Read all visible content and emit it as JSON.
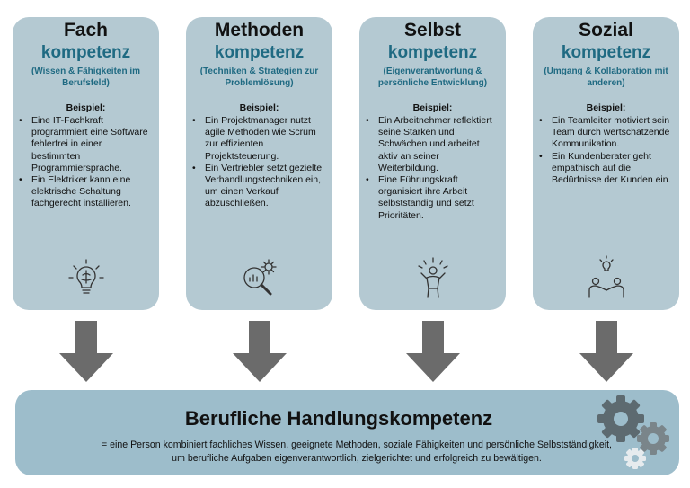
{
  "cards": [
    {
      "title1": "Fach",
      "title2": "kompetenz",
      "subtitle": "(Wissen & Fähigkeiten im Berufsfeld)",
      "example_label": "Beispiel:",
      "bullets": [
        "Eine IT-Fachkraft programmiert eine Software fehlerfrei in einer bestimmten Programmiersprache.",
        "Ein Elektriker kann eine elektrische Schaltung fachgerecht installieren."
      ],
      "icon": "brain-lightbulb-icon"
    },
    {
      "title1": "Methoden",
      "title2": "kompetenz",
      "subtitle": "(Techniken & Strategien zur Problemlösung)",
      "example_label": "Beispiel:",
      "bullets": [
        "Ein Projektmanager nutzt agile Methoden wie Scrum zur effizienten Projektsteuerung.",
        "Ein Vertriebler setzt gezielte Verhandlungstechniken ein, um einen Verkauf abzuschließen."
      ],
      "icon": "magnifier-gear-icon"
    },
    {
      "title1": "Selbst",
      "title2": "kompetenz",
      "subtitle": "(Eigenverantwortung & persönliche Entwicklung)",
      "example_label": "Beispiel:",
      "bullets": [
        "Ein Arbeitnehmer reflektiert seine Stärken und Schwächen und arbeitet aktiv an seiner Weiterbildung.",
        "Eine Führungskraft organisiert ihre Arbeit selbstständig und setzt Prioritäten."
      ],
      "icon": "person-idea-icon"
    },
    {
      "title1": "Sozial",
      "title2": "kompetenz",
      "subtitle": "(Umgang &  Kollaboration mit anderen)",
      "example_label": "Beispiel:",
      "bullets": [
        "Ein Teamleiter motiviert sein Team durch wertschätzende Kommunikation.",
        "Ein Kundenberater geht empathisch auf die Bedürfnisse der Kunden ein."
      ],
      "icon": "people-collaboration-icon"
    }
  ],
  "result": {
    "title": "Berufliche Handlungskompetenz",
    "description": "= eine Person kombiniert fachliches Wissen, geeignete Methoden, soziale Fähigkeiten und persönliche Selbstständigkeit, um berufliche Aufgaben eigenverantwortlich, zielgerichtet und erfolgreich zu bewältigen.",
    "icon": "gears-icon"
  },
  "colors": {
    "card_bg": "#b4c9d2",
    "accent_text": "#1f6a82",
    "arrow": "#6b6b6b",
    "result_bg": "#9dbdcb"
  }
}
